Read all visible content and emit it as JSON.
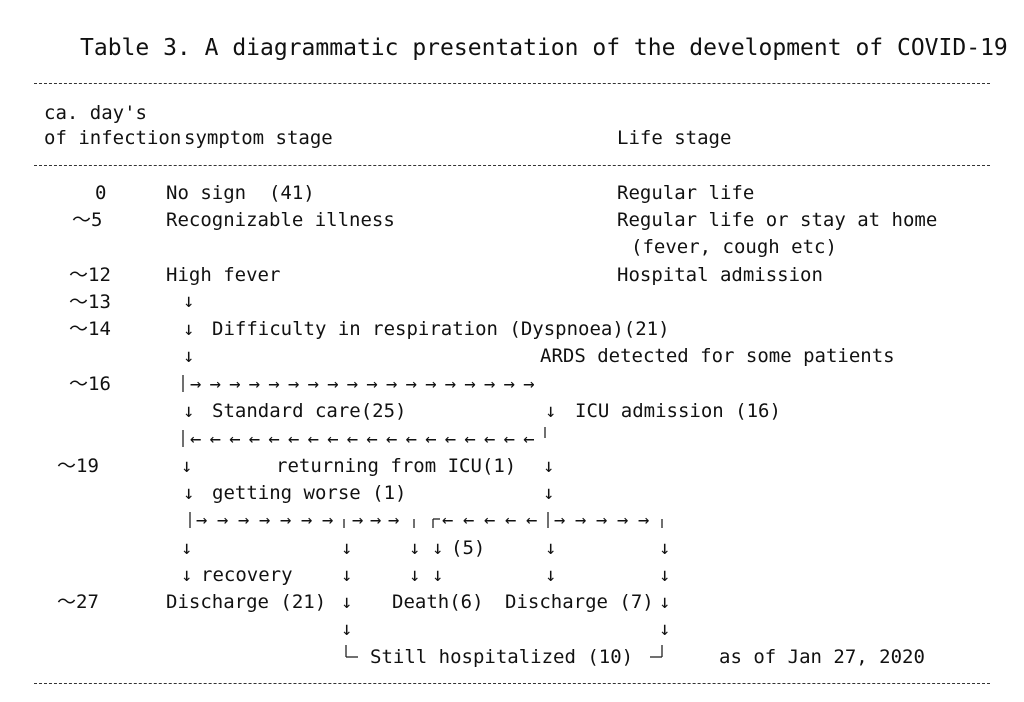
{
  "title": "Table 3. A diagrammatic presentation of the development of COVID-19",
  "header": {
    "day_col_line1": "ca. day's",
    "day_col_line2": "of infection",
    "symptom_col": "symptom stage",
    "life_col": "Life stage"
  },
  "rows": {
    "r0": {
      "day": "0",
      "symptom": "No sign  (41)",
      "life": "Regular life"
    },
    "r5": {
      "day": "～5",
      "symptom": "Recognizable illness",
      "life": "Regular life or stay at home",
      "life_note": "(fever, cough etc)"
    },
    "r12": {
      "day": "～12",
      "symptom": "High fever",
      "life": "Hospital admission"
    },
    "r13": {
      "day": "～13"
    },
    "r14": {
      "day": "～14",
      "symptom": "Difficulty in respiration (Dyspnoea)(21)"
    },
    "ards": {
      "text": "ARDS detected for some patients"
    },
    "r16": {
      "day": "～16"
    },
    "care": {
      "standard": "Standard care(25)",
      "icu": "ICU admission (16)"
    },
    "r19": {
      "day": "～19",
      "returning": "returning from ICU(1)"
    },
    "worse": {
      "text": "getting worse (1)"
    },
    "five": {
      "text": "(5)"
    },
    "recovery": {
      "text": "recovery"
    },
    "r27": {
      "day": "～27",
      "discharge_left": "Discharge (21)",
      "death": "Death(6)",
      "discharge_right": "Discharge (7)"
    },
    "still": {
      "text": "Still hospitalized (10)",
      "asof": "as of Jan 27, 2020"
    }
  },
  "glyphs": {
    "down": "↓",
    "right": "→",
    "left": "←"
  }
}
